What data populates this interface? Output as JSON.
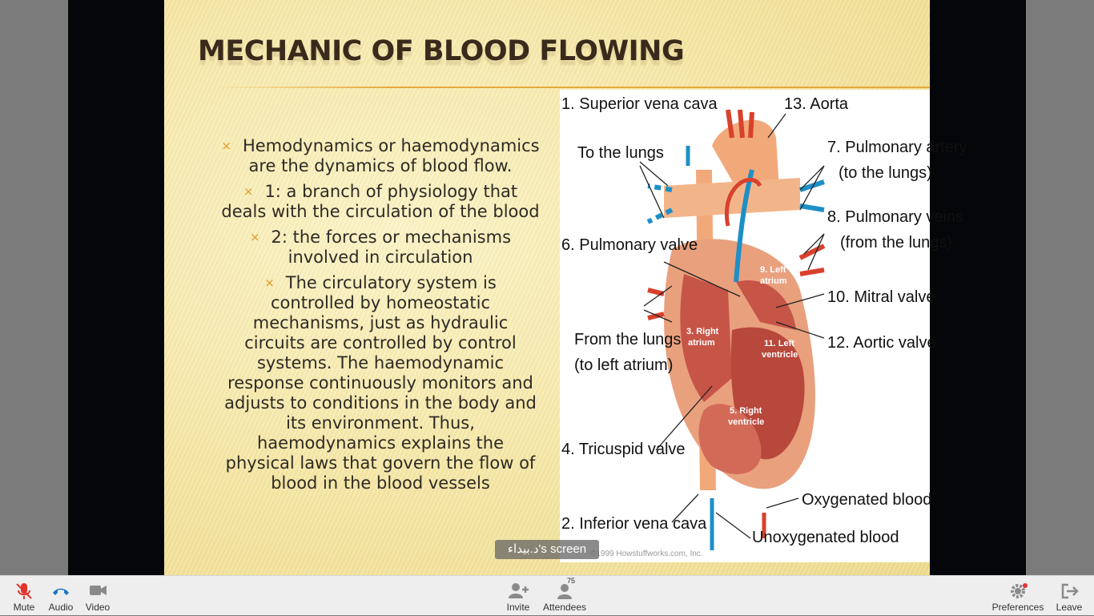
{
  "slide": {
    "title": "MECHANIC OF BLOOD FLOWING",
    "bullets": [
      "Hemodynamics or haemodynamics are the dynamics of blood flow.",
      "1: a branch of physiology that deals with the circulation of the blood",
      "2: the forces or mechanisms involved in circulation",
      "The circulatory system is controlled by homeostatic mechanisms, just as hydraulic circuits are controlled by control systems. The haemodynamic response continuously monitors and adjusts to conditions in the body and its environment. Thus, haemodynamics explains the physical laws that govern the flow of blood in the blood vessels"
    ],
    "bullet_marker": "×",
    "accent_color": "#e39a2a"
  },
  "diagram": {
    "labels": {
      "superior_vena_cava": "1. Superior vena cava",
      "aorta": "13. Aorta",
      "to_the_lungs": "To the lungs",
      "pulmonary_artery": "7. Pulmonary artery",
      "pulmonary_artery_sub": "(to the lungs)",
      "pulmonary_veins": "8. Pulmonary veins",
      "pulmonary_veins_sub": "(from the lungs)",
      "pulmonary_valve": "6. Pulmonary valve",
      "left_atrium_a": "9. Left",
      "left_atrium_b": "atrium",
      "mitral_valve": "10. Mitral valve",
      "from_the_lungs": "From the lungs",
      "to_left_atrium": "(to left atrium)",
      "right_atrium_a": "3. Right",
      "right_atrium_b": "atrium",
      "left_ventricle_a": "11. Left",
      "left_ventricle_b": "ventricle",
      "aortic_valve": "12. Aortic valve",
      "right_ventricle_a": "5. Right",
      "right_ventricle_b": "ventricle",
      "tricuspid_valve": "4. Tricuspid valve",
      "oxygenated_blood": "Oxygenated blood",
      "inferior_vena_cava": "2. Inferior vena cava",
      "unoxygenated_blood": "Unoxygenated blood",
      "credit": "©1999 Howstuffworks.com, Inc."
    }
  },
  "screen_caption": "د.بيداء's screen",
  "toolbar": {
    "mute": "Mute",
    "audio": "Audio",
    "video": "Video",
    "invite": "Invite",
    "attendees": "Attendees",
    "attendee_count": "75",
    "preferences": "Preferences",
    "leave": "Leave"
  },
  "icons": {
    "mute": "microphone-muted-icon",
    "audio": "phone-icon",
    "video": "camera-icon",
    "invite": "add-person-icon",
    "attendees": "person-icon",
    "preferences": "gear-icon",
    "leave": "exit-icon"
  }
}
